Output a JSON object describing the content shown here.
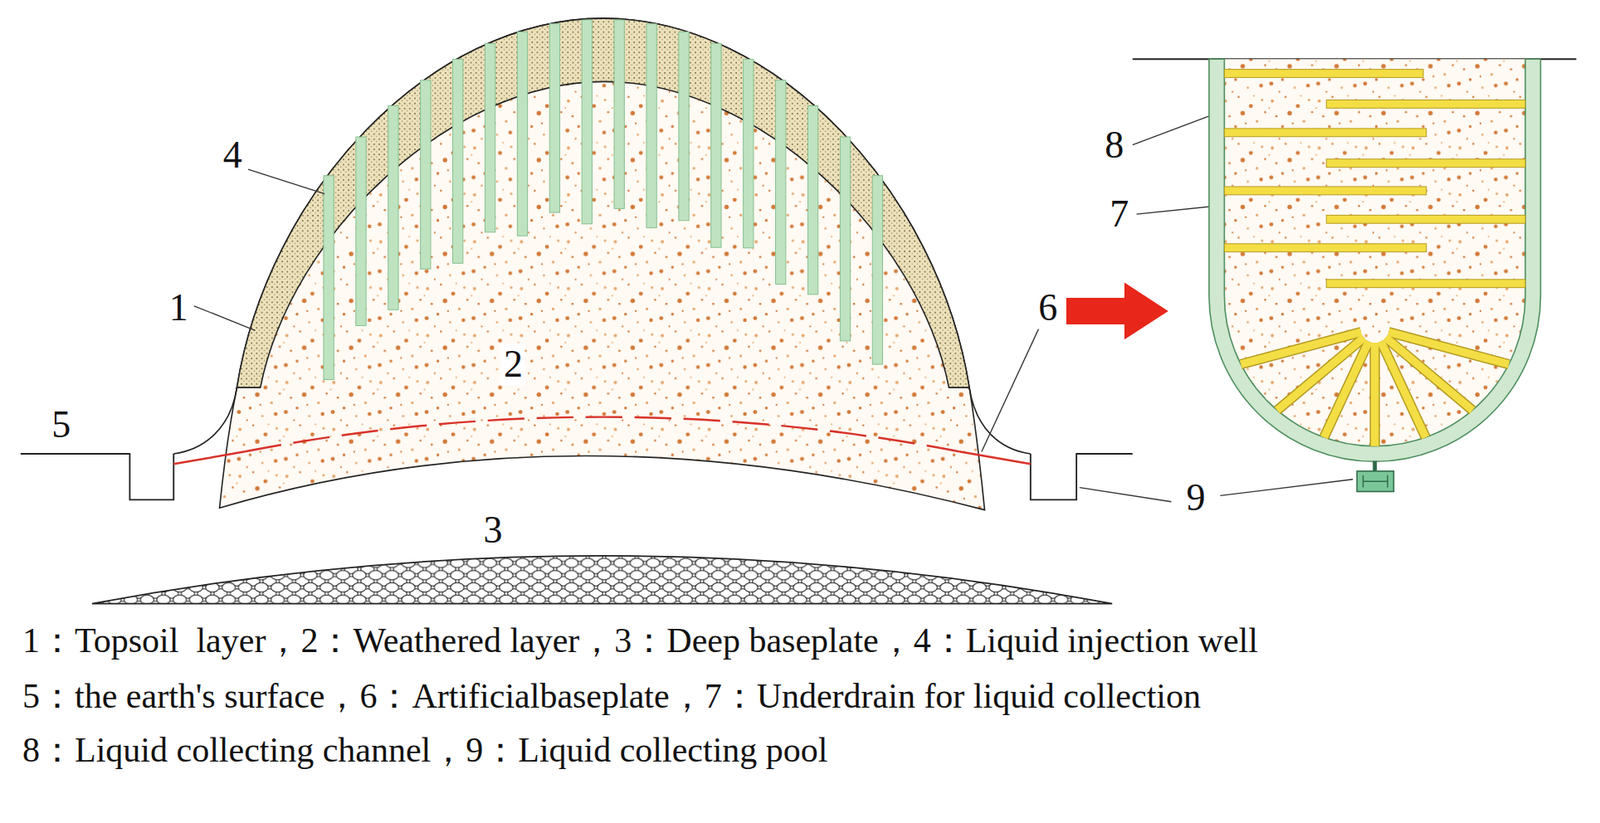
{
  "diagram": {
    "labels": [
      "4",
      "1",
      "2",
      "5",
      "6",
      "9",
      "3",
      "8",
      "7",
      "1：Topsoil  layer，2：Weathered layer，3：Deep baseplate，4：Liquid injection well",
      "5：the earth's surface，6：Artificialbaseplate，7：Underdrain for liquid collection",
      "8：Liquid collecting channel，9：Liquid collecting pool"
    ]
  }
}
